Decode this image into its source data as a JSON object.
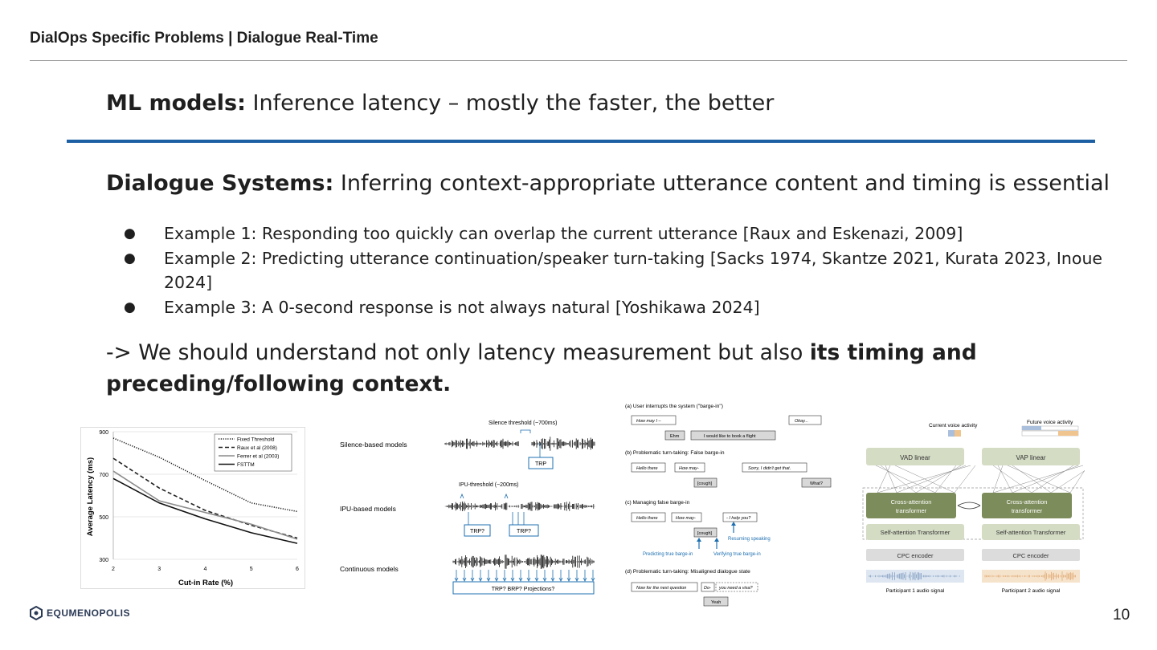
{
  "header": {
    "title": "DialOps Specific Problems | Dialogue Real-Time"
  },
  "ml": {
    "label": "ML models:",
    "text": " Inference latency – mostly the faster, the better"
  },
  "ds": {
    "label": "Dialogue Systems:",
    "text": " Inferring context-appropriate utterance content and timing is essential"
  },
  "bullets": [
    "Example 1: Responding too quickly can overlap the current utterance [Raux and Eskenazi, 2009]",
    "Example 2: Predicting utterance continuation/speaker turn-taking [Sacks 1974, Skantze 2021, Kurata 2023, Inoue 2024]",
    "Example 3: A 0-second response is not always natural [Yoshikawa 2024]"
  ],
  "conclusion": {
    "text": "-> We should understand not only latency measurement but also ",
    "bold": "its timing and preceding/following context."
  },
  "chart_data": {
    "type": "line",
    "x": [
      2,
      3,
      4,
      5,
      6
    ],
    "xlabel": "Cut-in Rate (%)",
    "ylabel": "Average Latency (ms)",
    "xlim": [
      2,
      6
    ],
    "ylim": [
      300,
      900
    ],
    "xticks": [
      "2",
      "3",
      "4",
      "5",
      "6"
    ],
    "yticks": [
      "300",
      "500",
      "700",
      "900"
    ],
    "legend_position": "top-right",
    "grid": true,
    "series": [
      {
        "name": "Fixed Threshold",
        "values": [
          870,
          780,
          670,
          565,
          525
        ],
        "style": "dotted",
        "color": "#222222"
      },
      {
        "name": "Raux et al (2008)",
        "values": [
          775,
          635,
          530,
          460,
          400
        ],
        "style": "dashed",
        "color": "#222222"
      },
      {
        "name": "Ferrer et al (2003)",
        "values": [
          715,
          575,
          520,
          465,
          395
        ],
        "style": "solid",
        "color": "#8c8c8c"
      },
      {
        "name": "FSTTM",
        "values": [
          680,
          565,
          490,
          425,
          375
        ],
        "style": "solid",
        "color": "#111111"
      }
    ]
  },
  "turn_models": {
    "silence_label": "Silence-based models",
    "ipu_label": "IPU-based models",
    "continuous_label": "Continuous models",
    "silence_threshold": "Silence threshold (~700ms)",
    "ipu_threshold": "IPU-threshold (~200ms)",
    "trp": "TRP",
    "trp_q": "TRP?",
    "projections": "TRP? BRP? Projections?"
  },
  "barge_in": {
    "a_title": "(a) User interrupts the system (\"barge-in\")",
    "a_how": "How may I –",
    "a_okay": "Okay...",
    "a_ehm": "Ehm",
    "a_book": "I would like to book a flight",
    "b_title": "(b) Problematic turn-taking: False barge-in",
    "b_hello": "Hello there",
    "b_howmay": "How may-",
    "b_sorry": "Sorry, I didn't get that.",
    "b_cough": "[cough]",
    "b_what": "What?",
    "c_title": "(c) Managing false barge-in",
    "c_hello": "Hello there",
    "c_howmay": "How may-",
    "c_help": "- I help you?",
    "c_cough": "[cough]",
    "c_resuming": "Resuming speaking",
    "c_predicting": "Predicting true barge-in",
    "c_verifying": "Verifying true barge-in",
    "d_title": "(d) Problematic turn-taking: Misaligned dialogue state",
    "d_now": "Now for the next question",
    "d_do": "Do-",
    "d_visa": "you need a visa?",
    "d_yeah": "Yeah"
  },
  "vap": {
    "current_va": "Current voice activity",
    "future_va": "Future voice activity",
    "vad_linear": "VAD linear",
    "vap_linear": "VAP linear",
    "cross_attn": "Cross-attention transformer",
    "self_attn": "Self-attention Transformer",
    "cpc": "CPC encoder",
    "p1": "Participant 1 audio signal",
    "p2": "Participant 2 audio signal",
    "accent_green": "#7c8c5a",
    "light_green": "#d4dcc4"
  },
  "footer": {
    "logo": "EQUMENOPOLIS",
    "page": "10"
  }
}
